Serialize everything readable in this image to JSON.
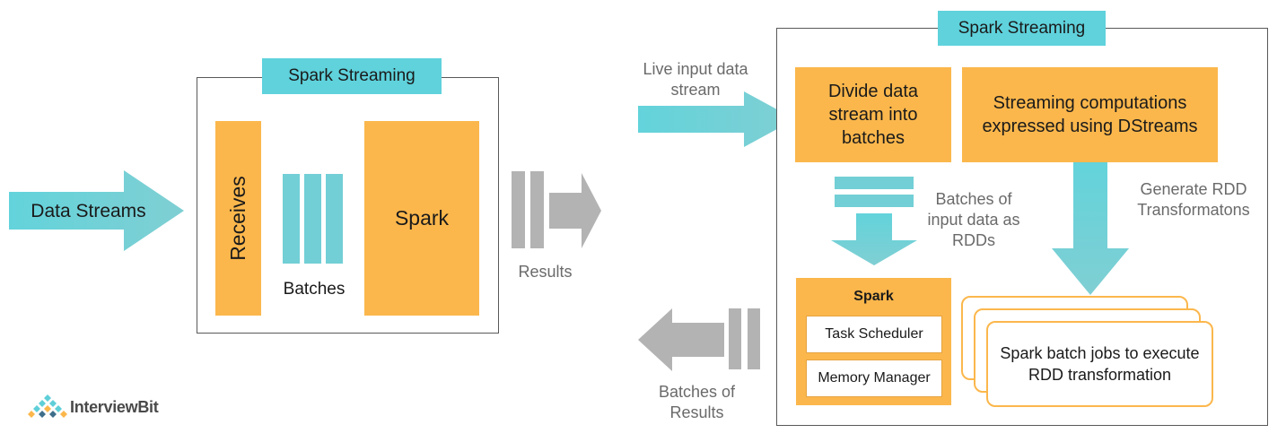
{
  "left": {
    "input_label": "Data Streams",
    "frame_tag": "Spark Streaming",
    "receives_label": "Receives",
    "batches_label": "Batches",
    "spark_label": "Spark",
    "results_label": "Results"
  },
  "right": {
    "frame_tag": "Spark Streaming",
    "live_input_label": "Live input data stream",
    "divide_box": "Divide data stream into batches",
    "computations_box": "Streaming computations expressed using DStreams",
    "batches_rdd_label": "Batches of input data as RDDs",
    "generate_label": "Generate RDD Transformatons",
    "spark_engine_title": "Spark",
    "task_scheduler": "Task Scheduler",
    "memory_manager": "Memory Manager",
    "batch_jobs": "Spark batch jobs to execute RDD transformation",
    "batches_results_label": "Batches of Results"
  },
  "brand": {
    "logo_text": "InterviewBit"
  },
  "colors": {
    "orange": "#fbb74c",
    "teal": "#72cfd6",
    "gray": "#b3b3b3"
  }
}
